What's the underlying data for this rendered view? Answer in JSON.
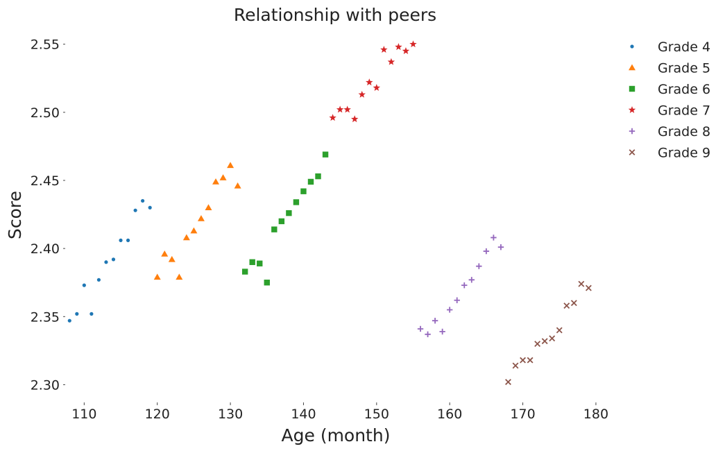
{
  "chart_data": {
    "type": "scatter",
    "title": "Relationship with peers",
    "xlabel": "Age (month)",
    "ylabel": "Score",
    "xlim": [
      107.5,
      182
    ],
    "ylim": [
      2.288,
      2.558
    ],
    "xticks": [
      110,
      120,
      130,
      140,
      150,
      160,
      170,
      180
    ],
    "yticks": [
      2.3,
      2.35,
      2.4,
      2.45,
      2.5,
      2.55
    ],
    "ytick_labels": [
      "2.30",
      "2.35",
      "2.40",
      "2.45",
      "2.50",
      "2.55"
    ],
    "xtick_labels": [
      "110",
      "120",
      "130",
      "140",
      "150",
      "160",
      "170",
      "180"
    ],
    "grid": false,
    "legend_position": "top-right",
    "series": [
      {
        "name": "Grade 4",
        "marker": "circle",
        "color": "#1f77b4",
        "x": [
          108,
          109,
          110,
          111,
          112,
          113,
          114,
          115,
          116,
          117,
          118,
          119
        ],
        "y": [
          2.347,
          2.352,
          2.373,
          2.352,
          2.377,
          2.39,
          2.392,
          2.406,
          2.406,
          2.428,
          2.435,
          2.43
        ]
      },
      {
        "name": "Grade 5",
        "marker": "triangle",
        "color": "#ff7f0e",
        "x": [
          120,
          121,
          122,
          123,
          124,
          125,
          126,
          127,
          128,
          129,
          130,
          131
        ],
        "y": [
          2.379,
          2.396,
          2.392,
          2.379,
          2.408,
          2.413,
          2.422,
          2.43,
          2.449,
          2.452,
          2.461,
          2.446
        ]
      },
      {
        "name": "Grade 6",
        "marker": "square",
        "color": "#2ca02c",
        "x": [
          132,
          133,
          134,
          135,
          136,
          137,
          138,
          139,
          140,
          141,
          142,
          143
        ],
        "y": [
          2.383,
          2.39,
          2.389,
          2.375,
          2.414,
          2.42,
          2.426,
          2.434,
          2.442,
          2.449,
          2.453,
          2.469
        ]
      },
      {
        "name": "Grade 7",
        "marker": "star",
        "color": "#d62728",
        "x": [
          144,
          145,
          146,
          147,
          148,
          149,
          150,
          151,
          152,
          153,
          154,
          155
        ],
        "y": [
          2.496,
          2.502,
          2.502,
          2.495,
          2.513,
          2.522,
          2.518,
          2.546,
          2.537,
          2.548,
          2.545,
          2.55
        ]
      },
      {
        "name": "Grade 8",
        "marker": "plus",
        "color": "#9467bd",
        "x": [
          156,
          157,
          158,
          159,
          160,
          161,
          162,
          163,
          164,
          165,
          166,
          167
        ],
        "y": [
          2.341,
          2.337,
          2.347,
          2.339,
          2.355,
          2.362,
          2.373,
          2.377,
          2.387,
          2.398,
          2.408,
          2.401
        ]
      },
      {
        "name": "Grade 9",
        "marker": "x",
        "color": "#8c564b",
        "x": [
          168,
          169,
          170,
          171,
          172,
          173,
          174,
          175,
          176,
          177,
          178,
          179
        ],
        "y": [
          2.302,
          2.314,
          2.318,
          2.318,
          2.33,
          2.332,
          2.334,
          2.34,
          2.358,
          2.36,
          2.374,
          2.371
        ]
      }
    ]
  }
}
